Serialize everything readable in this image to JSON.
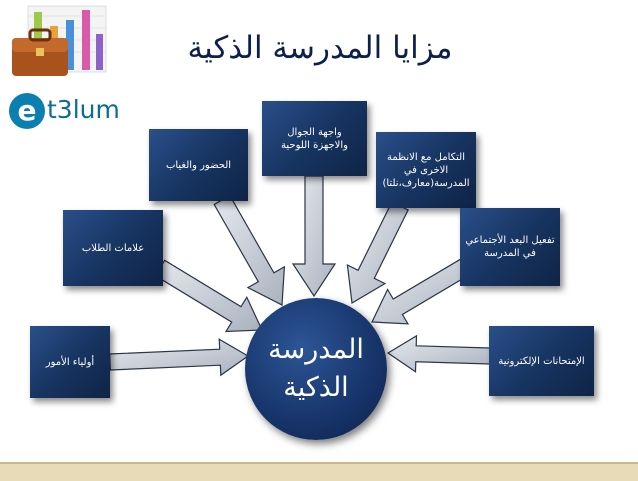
{
  "title": "مزايا المدرسة الذكية",
  "logo": {
    "mark": "e",
    "text": "t3lum"
  },
  "icons": {
    "top_left": "briefcase-chart-icon"
  },
  "center": {
    "line1": "المدرسة",
    "line2": "الذكية"
  },
  "boxes": {
    "parents": {
      "lines": [
        "أولياء الأمور"
      ]
    },
    "grades": {
      "lines": [
        "علامات الطلاب"
      ]
    },
    "attendance": {
      "lines": [
        "الحضور والغياب"
      ]
    },
    "mobile": {
      "lines": [
        "واجهة الجوال",
        "والاجهزة اللوحية"
      ]
    },
    "integration": {
      "lines": [
        "التكامل مع الانظمة",
        "الاخرى في",
        "المدرسة(معارف،نلتا)"
      ]
    },
    "social": {
      "lines": [
        "تفعيل البعد الأجتماعي",
        "في المدرسة"
      ]
    },
    "exams": {
      "lines": [
        "الإمتحانات الإلكترونية"
      ]
    }
  },
  "colors": {
    "box": "#16335f",
    "arrow_fill": "#c6ccd6",
    "arrow_stroke": "#2b3546",
    "title": "#0d1f4d"
  }
}
